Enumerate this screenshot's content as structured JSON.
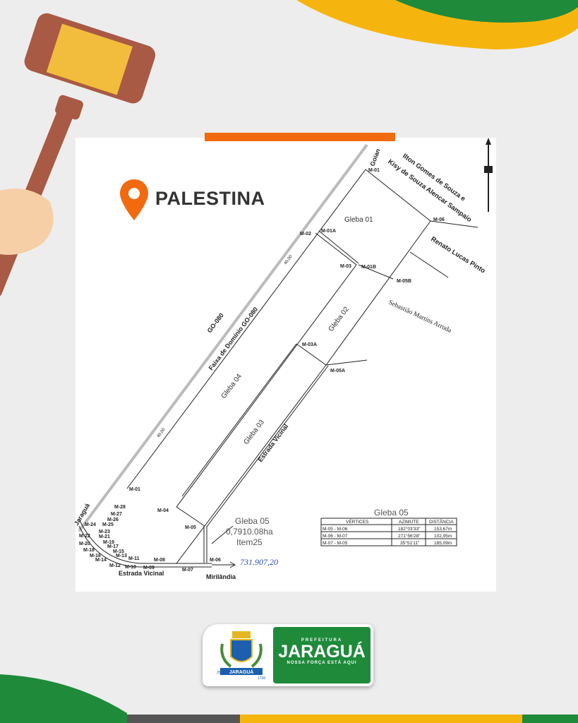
{
  "location": {
    "title": "PALESTINA",
    "icon": "map-pin-icon",
    "pin_color": "#f26a10"
  },
  "plat": {
    "roads": {
      "go080": "GO-080",
      "faixa": "Faixa de Domínio GO-080",
      "estrada_vicinal_1": "Estrada Vicinal",
      "estrada_vicinal_2": "Estrada Vicinal",
      "mirilandia": "Mirilândia",
      "goiania": "Goian",
      "jaragua": "Jaraguá",
      "dist_1": "40,00",
      "dist_2": "40,00"
    },
    "owners": {
      "ilton": "Ilton Gomes de Souza e",
      "kisy": "Kisy de Souza Alencar Sampaio",
      "renato": "Renato Lucas Pinto",
      "sebastiao": "Sebastião Martins Arruda"
    },
    "glebas": {
      "g01": "Gleba 01",
      "g02": "Gleba 02",
      "g03": "Gleba 03",
      "g04": "Gleba 04",
      "g05": "Gleba 05"
    },
    "gleba05_note": {
      "title": "Gleba 05",
      "area": "0,7910.08ha",
      "item": "Item25",
      "handwritten": "731.907,20"
    },
    "markers": {
      "m01": "M-01",
      "m01a": "M-01A",
      "m01b": "M-01B",
      "m02": "M-02",
      "m03": "M-03",
      "m03a": "M-03A",
      "m04": "M-04",
      "m05": "M-05",
      "m05a": "M-05A",
      "m05b": "M-05B",
      "m06": "M-06",
      "m06b": "M-06",
      "m07": "M-07",
      "m08": "M-08",
      "m09": "M-09",
      "m10": "M-10",
      "m11": "M-11",
      "m12": "M-12",
      "m13": "M-13",
      "m14": "M-14",
      "m15": "M-15",
      "m16": "M-16",
      "m17": "M-17",
      "m18": "M-18",
      "m19": "M-19",
      "m20": "M-20",
      "m21": "M-21",
      "m22": "M-22",
      "m23": "M-23",
      "m24": "M-24",
      "m25": "M-25",
      "m26": "M-26",
      "m27": "M-27",
      "m28": "M-28",
      "m01s": "M-01"
    },
    "table": {
      "title": "Gleba 05",
      "headers": [
        "VÉRTICES",
        "AZIMUTE",
        "DISTÂNCIA"
      ],
      "rows": [
        [
          "M-05 - M-06",
          "182°03'33\"",
          "153,67m"
        ],
        [
          "M-06 - M-07",
          "271°56'28\"",
          "102,95m"
        ],
        [
          "M-07 - M-05",
          "35°51'11\"",
          "185,09m"
        ]
      ]
    }
  },
  "footer_logo": {
    "coat_text": "JARAGUÁ",
    "coat_left": "25-7",
    "coat_right": "1735",
    "prefeitura": "PREFEITURA",
    "name": "JARAGUÁ",
    "slogan": "NOSSA FORÇA ESTÁ AQUI"
  },
  "colors": {
    "orange": "#f26a10",
    "green": "#1e8a3a",
    "yellow": "#f6b50e"
  }
}
